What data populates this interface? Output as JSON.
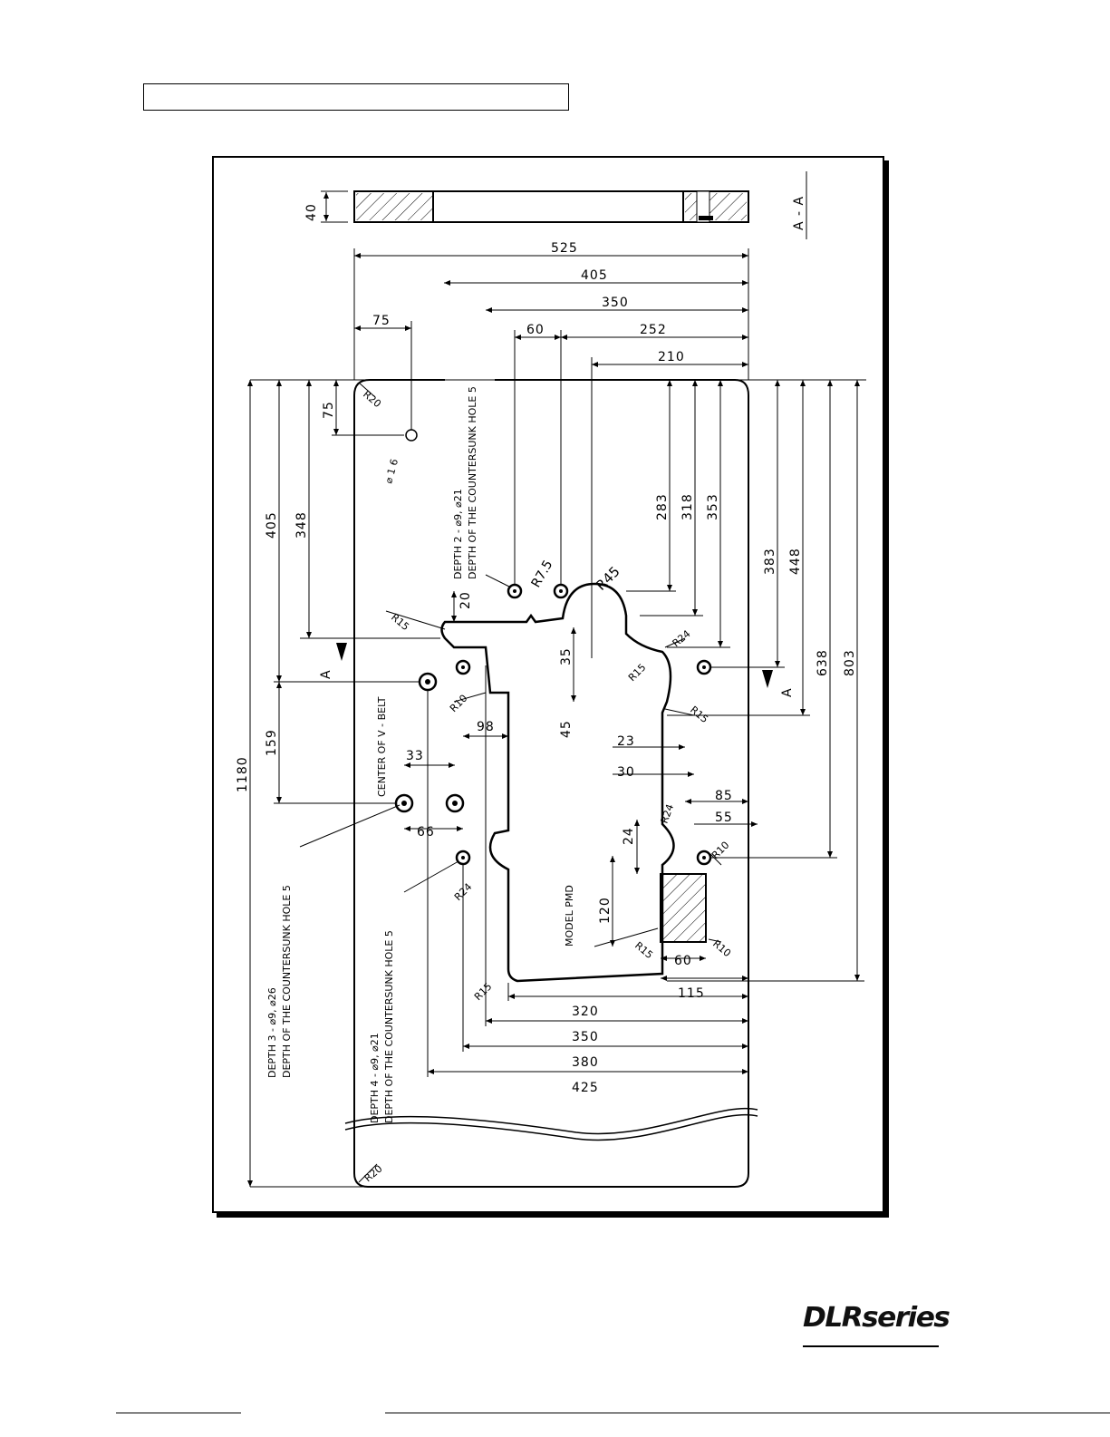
{
  "header": {
    "title_box_text": ""
  },
  "drawing": {
    "section_label": "A - A",
    "thickness": "40",
    "dimensions_top": [
      "525",
      "405",
      "350",
      "60",
      "252",
      "210",
      "75"
    ],
    "dimensions_left_vertical": [
      "1180",
      "405",
      "348",
      "75",
      "159"
    ],
    "dimensions_right_vertical": [
      "283",
      "318",
      "353",
      "383",
      "448",
      "638",
      "803"
    ],
    "dimensions_bottom": [
      "320",
      "350",
      "380",
      "425",
      "115",
      "60"
    ],
    "dimensions_inner": [
      "20",
      "35",
      "45",
      "98",
      "33",
      "66",
      "23",
      "30",
      "85",
      "55",
      "24",
      "120"
    ],
    "radii": [
      "R20",
      "R45",
      "R7.5",
      "R15",
      "R24",
      "R10"
    ],
    "hole_diameter": "⌀ 1 6",
    "cut_label": "A",
    "notes": {
      "countersink_2": "DEPTH 2 - ⌀9, ⌀21",
      "countersink_2_line2": "DEPTH OF THE COUNTERSUNK HOLE 5",
      "countersink_3": "DEPTH 3 - ⌀9, ⌀26",
      "countersink_3_line2": "DEPTH OF THE COUNTERSUNK HOLE 5",
      "countersink_4": "DEPTH 4 - ⌀9, ⌀21",
      "countersink_4_line2": "DEPTH OF THE COUNTERSUNK HOLE 5",
      "vbelt": "CENTER OF V - BELT",
      "model": "MODEL PMD"
    }
  },
  "branding": {
    "logo_text": "DLRseries"
  }
}
